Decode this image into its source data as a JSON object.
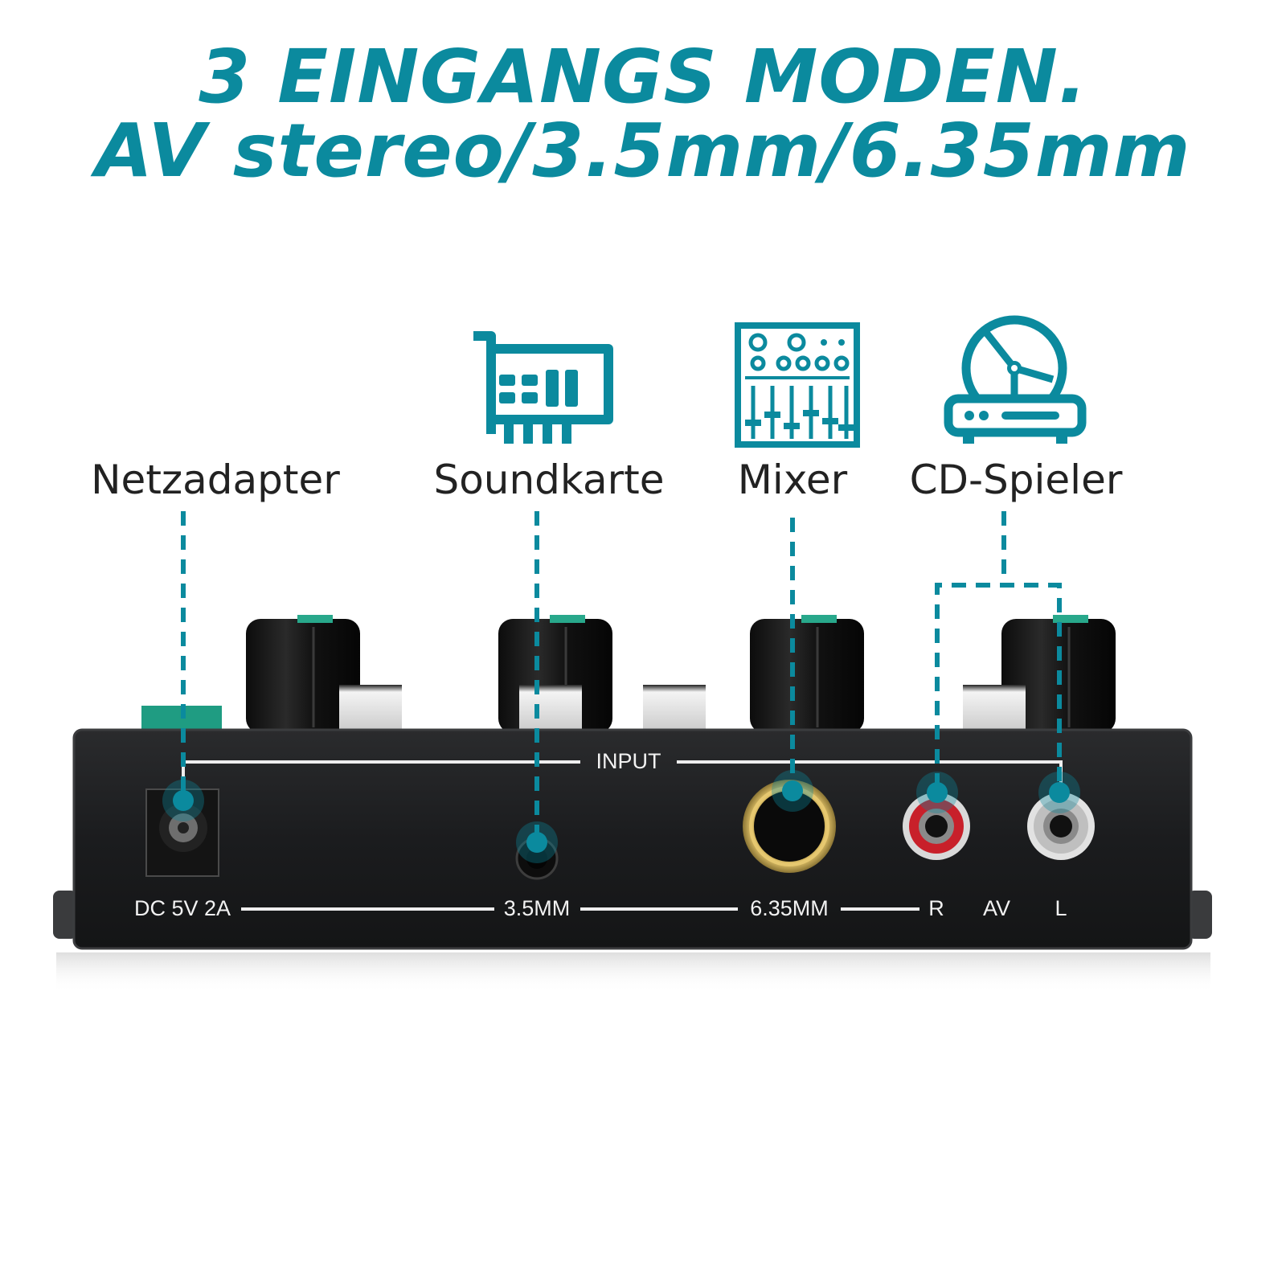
{
  "headline": {
    "line1": "3 EINGANGS MODEN.",
    "line2": "AV stereo/3.5mm/6.35mm"
  },
  "callouts": [
    {
      "label": "Netzadapter",
      "icon": ""
    },
    {
      "label": "Soundkarte",
      "icon": "sound-card-icon"
    },
    {
      "label": "Mixer",
      "icon": "mixer-icon"
    },
    {
      "label": "CD-Spieler",
      "icon": "cd-player-icon"
    }
  ],
  "panel": {
    "input_label": "INPUT",
    "ports": [
      "DC 5V 2A",
      "3.5MM",
      "6.35MM",
      "R",
      "AV",
      "L"
    ]
  },
  "colors": {
    "accent": "#0b8a9e",
    "panel": "#1b1c1e",
    "rca_right": "#c8202a",
    "rca_left": "#d8d8d8",
    "jack_ring": "#c8a84a"
  }
}
